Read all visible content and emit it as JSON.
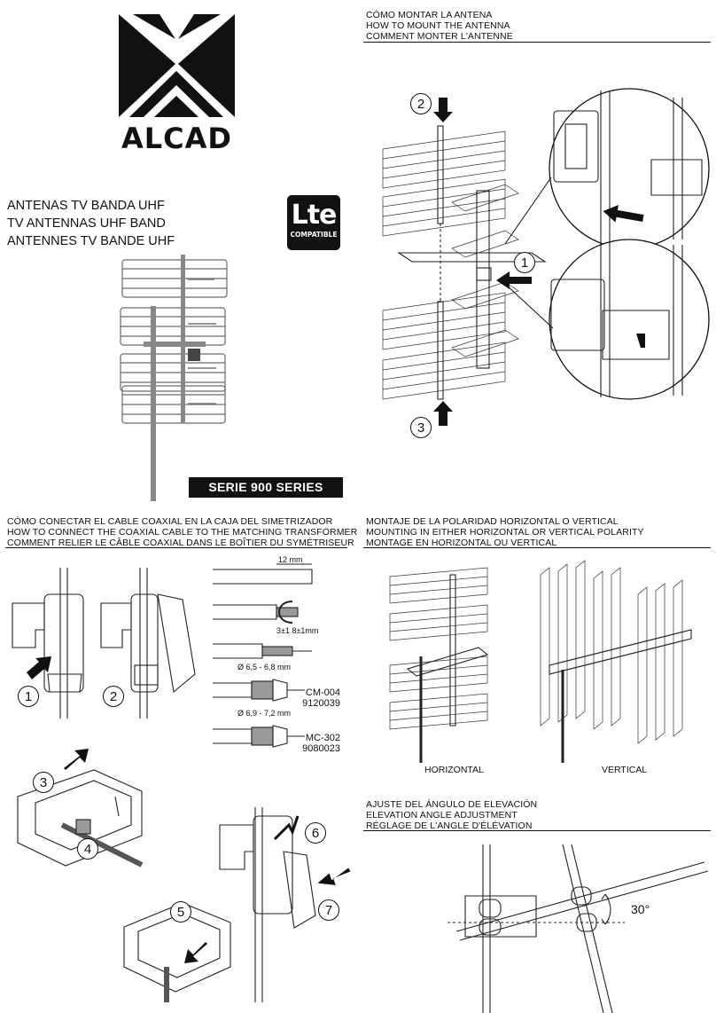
{
  "brand": {
    "name": "ALCAD"
  },
  "badge": {
    "main": "Lte",
    "sub": "COMPATIBLE"
  },
  "product_title": [
    "ANTENAS TV BANDA UHF",
    "TV ANTENNAS UHF BAND",
    "ANTENNES TV BANDE UHF"
  ],
  "series_label": "SERIE 900 SERIES",
  "mount_section": {
    "heading": [
      "CÓMO MONTAR LA ANTENA",
      "HOW TO MOUNT THE ANTENNA",
      "COMMENT MONTER L'ANTENNE"
    ],
    "steps": [
      "1",
      "2",
      "3"
    ]
  },
  "coax_section": {
    "heading": [
      "CÓMO CONECTAR EL CABLE COAXIAL EN LA CAJA DEL SIMETRIZADOR",
      "HOW TO CONNECT THE COAXIAL CABLE TO THE MATCHING TRANSFORMER",
      "COMMENT RELIER LE CÂBLE COAXIAL DANS LE BOÎTIER DU SYMÉTRISEUR"
    ],
    "steps": [
      "1",
      "2",
      "3",
      "4",
      "5",
      "6",
      "7"
    ],
    "dims": {
      "strip": "12 mm",
      "tolerance": "3±1 8±1mm",
      "d1": "Ø 6,5 - 6,8 mm",
      "d2": "Ø 6,9 - 7,2 mm"
    },
    "connectors": [
      {
        "model": "CM-004",
        "code": "9120039"
      },
      {
        "model": "MC-302",
        "code": "9080023"
      }
    ]
  },
  "polarity_section": {
    "heading": [
      "MONTAJE DE LA POLARIDAD HORIZONTAL O VERTICAL",
      "MOUNTING IN EITHER HORIZONTAL OR VERTICAL POLARITY",
      "MONTAGE EN HORIZONTAL OU VERTICAL"
    ],
    "labels": [
      "HORIZONTAL",
      "VERTICAL"
    ]
  },
  "elevation_section": {
    "heading": [
      "AJUSTE DEL ÁNGULO DE ELEVACIÓN",
      "ELEVATION ANGLE ADJUSTMENT",
      "RÉGLAGE DE L'ANGLE D'ÉLÉVATION"
    ],
    "angle": "30°"
  }
}
